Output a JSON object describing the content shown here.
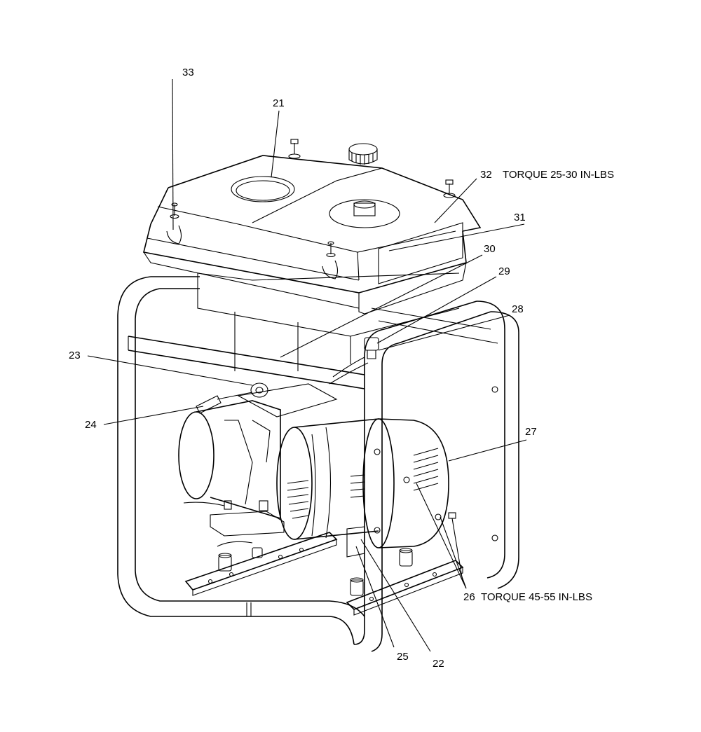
{
  "callouts": [
    {
      "id": "c33",
      "number": "33",
      "note": ""
    },
    {
      "id": "c21",
      "number": "21",
      "note": ""
    },
    {
      "id": "c32",
      "number": "32",
      "note": "TORQUE 25-30 IN-LBS"
    },
    {
      "id": "c31",
      "number": "31",
      "note": ""
    },
    {
      "id": "c30",
      "number": "30",
      "note": ""
    },
    {
      "id": "c29",
      "number": "29",
      "note": ""
    },
    {
      "id": "c28",
      "number": "28",
      "note": ""
    },
    {
      "id": "c23",
      "number": "23",
      "note": ""
    },
    {
      "id": "c24",
      "number": "24",
      "note": ""
    },
    {
      "id": "c27",
      "number": "27",
      "note": ""
    },
    {
      "id": "c26",
      "number": "26",
      "note": "TORQUE 45-55 IN-LBS"
    },
    {
      "id": "c25",
      "number": "25",
      "note": ""
    },
    {
      "id": "c22",
      "number": "22",
      "note": ""
    }
  ]
}
